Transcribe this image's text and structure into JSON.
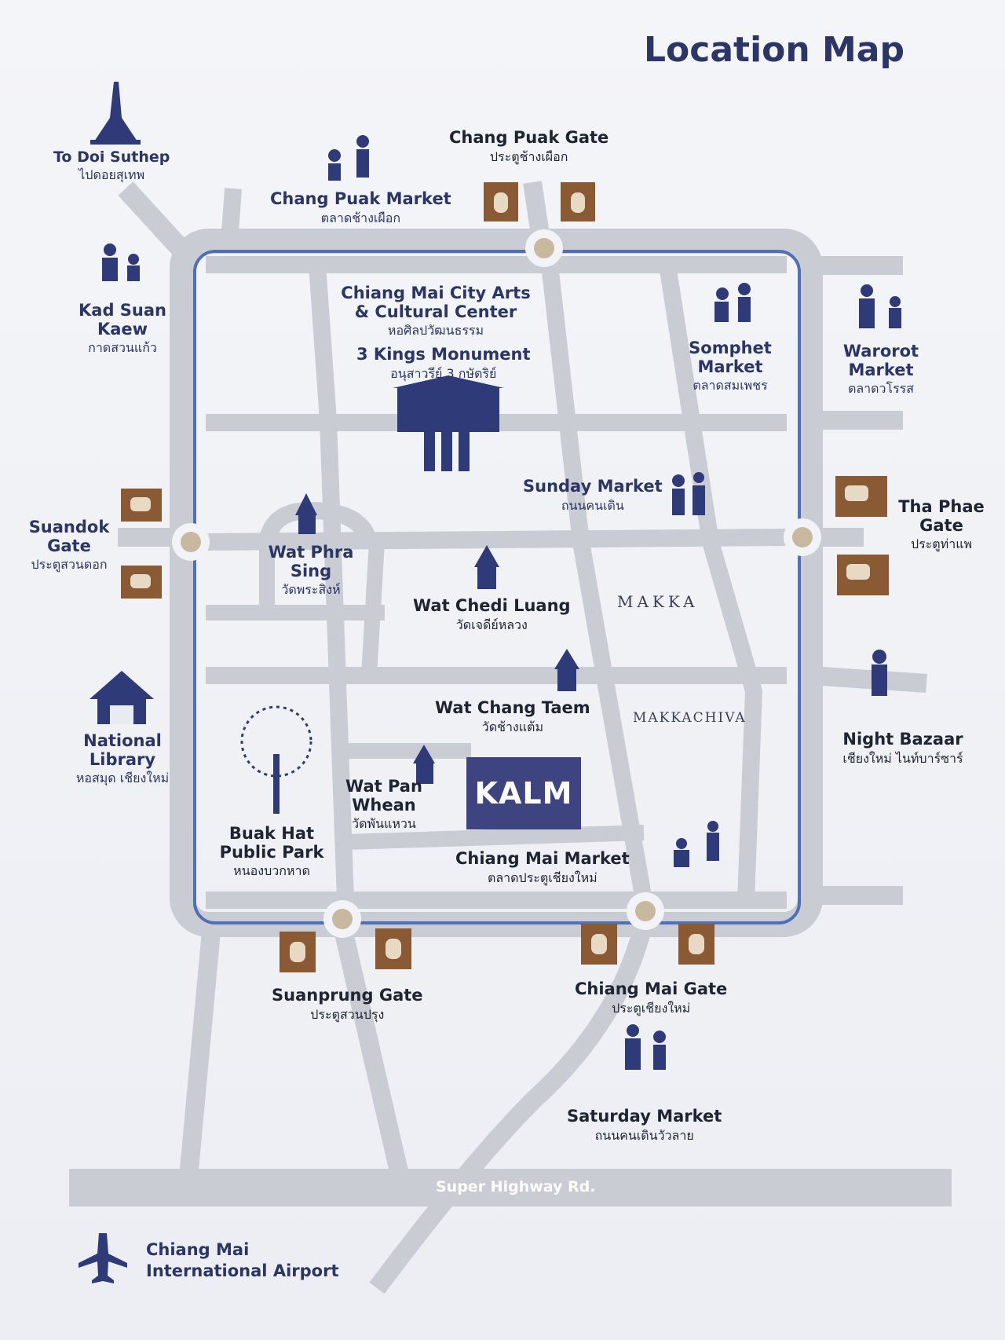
{
  "title": "Location Map",
  "colors": {
    "road": "#c9ccd3",
    "moat": "#4f6fb8",
    "navy": "#2f3a78",
    "gate": "#8a5a34",
    "kalm_bg": "#3d4480"
  },
  "hotel": {
    "label": "KALM"
  },
  "brands": {
    "makka": "MAKKA",
    "makkachiva": "MAKKACHIVA"
  },
  "gates": {
    "chang_puak": {
      "en": "Chang Puak Gate",
      "th": "ประตูช้างเผือก"
    },
    "suandok": {
      "en": "Suandok Gate",
      "th": "ประตูสวนดอก"
    },
    "tha_phae": {
      "en": "Tha Phae Gate",
      "th": "ประตูท่าแพ"
    },
    "suanprung": {
      "en": "Suanprung Gate",
      "th": "ประตูสวนปรุง"
    },
    "chiang_mai": {
      "en": "Chiang Mai Gate",
      "th": "ประตูเชียงใหม่"
    }
  },
  "places": {
    "doi_suthep": {
      "en": "To Doi Suthep",
      "th": "ไปดอยสุเทพ"
    },
    "chang_puak_market": {
      "en": "Chang Puak Market",
      "th": "ตลาดช้างเผือก"
    },
    "kad_suan_kaew": {
      "en": "Kad Suan Kaew",
      "th": "กาดสวนแก้ว"
    },
    "arts_center": {
      "en": "Chiang Mai City Arts & Cultural Center",
      "th": "หอศิลปวัฒนธรรม"
    },
    "three_kings": {
      "en": "3 Kings Monument",
      "th": "อนุสาวรีย์ 3 กษัตริย์"
    },
    "somphet": {
      "en": "Somphet Market",
      "th": "ตลาดสมเพชร"
    },
    "warorot": {
      "en": "Warorot Market",
      "th": "ตลาดวโรรส"
    },
    "sunday_market": {
      "en": "Sunday Market",
      "th": "ถนนคนเดิน"
    },
    "wat_phra_sing": {
      "en": "Wat Phra Sing",
      "th": "วัดพระสิงห์"
    },
    "wat_chedi_luang": {
      "en": "Wat Chedi Luang",
      "th": "วัดเจดีย์หลวง"
    },
    "wat_chang_taem": {
      "en": "Wat Chang Taem",
      "th": "วัดช้างแต้ม"
    },
    "national_library": {
      "en": "National Library",
      "th": "หอสมุด เชียงใหม่"
    },
    "night_bazaar": {
      "en": "Night Bazaar",
      "th": "เชียงใหม่ ไนท์บาร์ซาร์"
    },
    "buak_hat": {
      "en": "Buak Hat Public Park",
      "th": "หนองบวกหาด"
    },
    "wat_pan_whean": {
      "en": "Wat Pan Whean",
      "th": "วัดพันแหวน"
    },
    "chiang_mai_market": {
      "en": "Chiang Mai Market",
      "th": "ตลาดประตูเชียงใหม่"
    },
    "saturday_market": {
      "en": "Saturday Market",
      "th": "ถนนคนเดินวัวลาย"
    }
  },
  "roads": {
    "super_highway": "Super Highway Rd."
  },
  "airport": {
    "line1": "Chiang Mai",
    "line2": "International Airport"
  }
}
